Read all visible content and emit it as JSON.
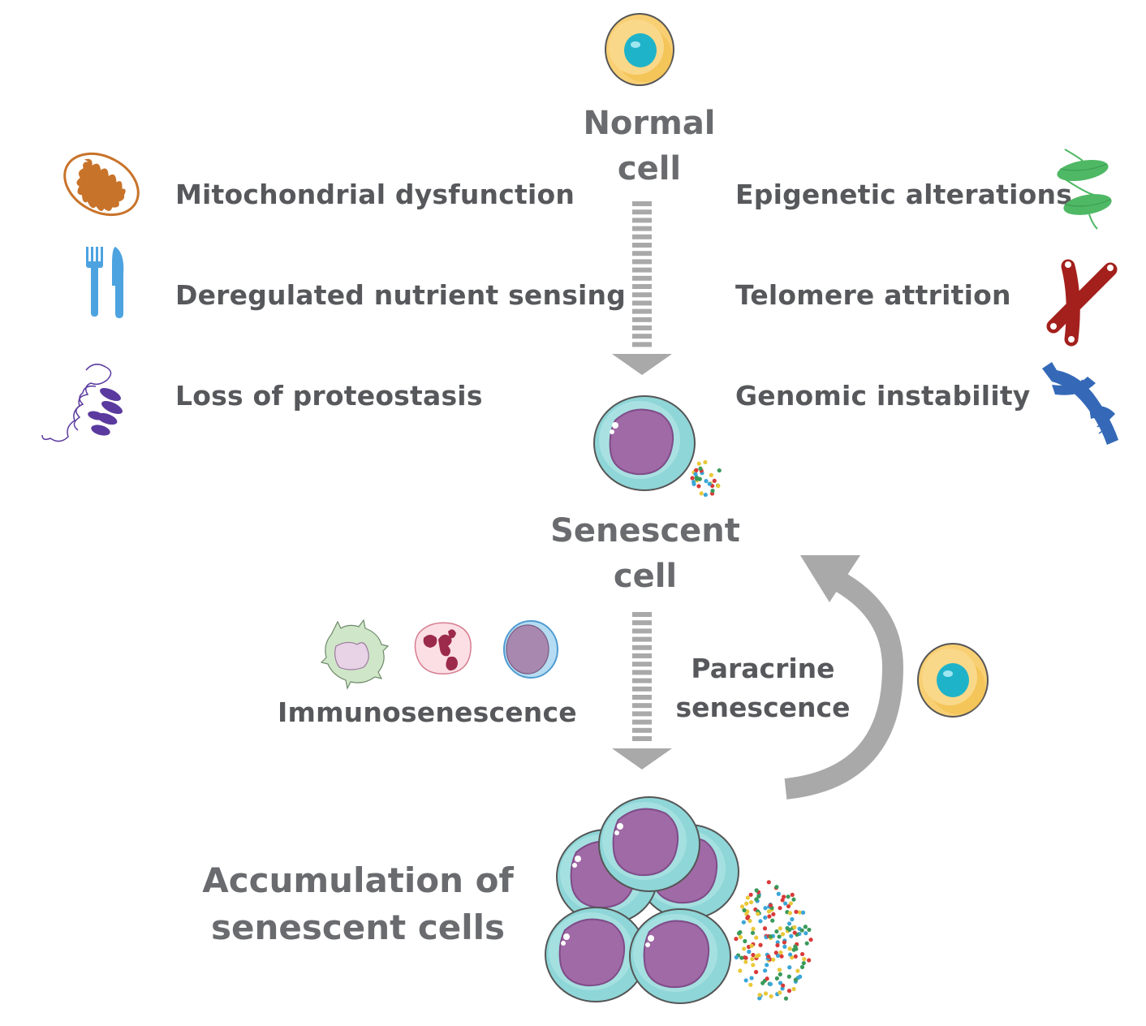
{
  "stages": {
    "normal": {
      "line1": "Normal",
      "line2": "cell"
    },
    "senescent": {
      "line1": "Senescent",
      "line2": "cell"
    },
    "accumulation": {
      "line1": "Accumulation of",
      "line2": "senescent cells"
    }
  },
  "hallmarks_left": [
    {
      "label": "Mitochondrial dysfunction",
      "icon": "mitochondrion-icon"
    },
    {
      "label": "Deregulated nutrient sensing",
      "icon": "fork-knife-icon"
    },
    {
      "label": "Loss of proteostasis",
      "icon": "protein-icon"
    }
  ],
  "hallmarks_right": [
    {
      "label": "Epigenetic alterations",
      "icon": "nucleosome-icon"
    },
    {
      "label": "Telomere attrition",
      "icon": "chromosome-icon"
    },
    {
      "label": "Genomic instability",
      "icon": "dna-icon"
    }
  ],
  "immunosenescence": {
    "label": "Immunosenescence"
  },
  "paracrine": {
    "line1": "Paracrine",
    "line2": "senescence"
  },
  "colors": {
    "text": "#57585b",
    "arrow": "#a9a9a9",
    "normal_cell": "#f8cf73",
    "normal_nucleus": "#1fb3c9",
    "senescent_cytoplasm": "#8fd6d8",
    "senescent_nucleus": "#a06aa6",
    "mitochondrion": "#c8732a",
    "cutlery": "#4da3e0",
    "protein": "#5a3a9e",
    "nucleosome": "#4fb865",
    "chromosome": "#a3201c",
    "dna": "#3569b8"
  }
}
